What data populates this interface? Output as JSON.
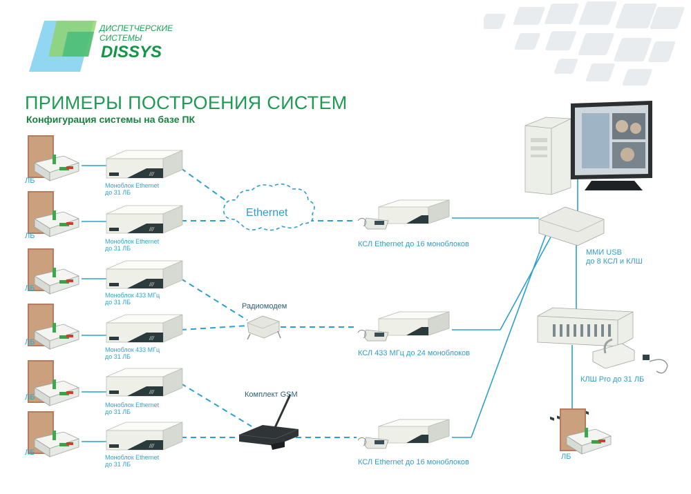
{
  "logo": {
    "line1": "ДИСПЕТЧЕРСКИЕ",
    "line2": "СИСТЕМЫ",
    "brand": "DISSYS"
  },
  "title": "ПРИМЕРЫ ПОСТРОЕНИЯ СИСТЕМ",
  "subtitle": "Конфигурация системы на базе ПК",
  "lb_label": "ЛБ",
  "monoblocks": [
    {
      "l1": "Моноблок Ethernet",
      "l2": "до 31 ЛБ"
    },
    {
      "l1": "Моноблок Ethernet",
      "l2": "до 31 ЛБ"
    },
    {
      "l1": "Моноблок 433 МГц",
      "l2": "до 31 ЛБ"
    },
    {
      "l1": "Моноблок 433 МГц",
      "l2": "до 31 ЛБ"
    },
    {
      "l1": "Моноблок Ethernet",
      "l2": "до 31 ЛБ"
    },
    {
      "l1": "Моноблок Ethernet",
      "l2": "до 31 ЛБ"
    }
  ],
  "ethernet_cloud": "Ethernet",
  "radiomodem": "Радиомодем",
  "gsm": "Комплект GSM",
  "ksl": [
    "КСЛ Ethernet до 16 моноблоков",
    "КСЛ 433 МГц до 24 моноблоков",
    "КСЛ Ethernet до 16 моноблоков"
  ],
  "mmi": {
    "l1": "ММИ USB",
    "l2": "до 8 КСЛ и КЛШ"
  },
  "klsh": "КЛШ Pro до 31 ЛБ",
  "colors": {
    "brand_green": "#1e9a52",
    "link_blue": "#2a9fd0",
    "device_light": "#eef0e8",
    "device_dark": "#2b3a3c"
  }
}
